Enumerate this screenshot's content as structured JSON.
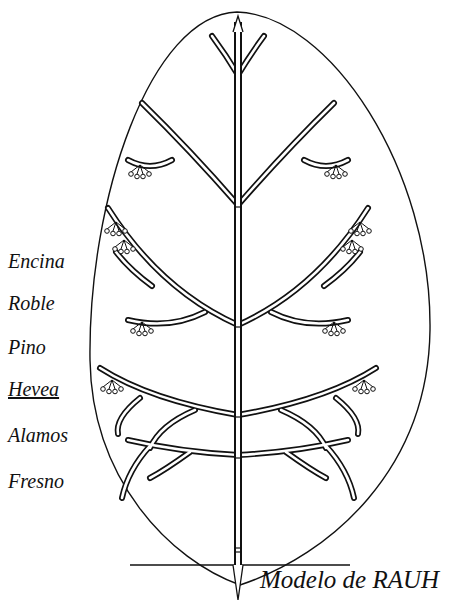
{
  "diagram": {
    "caption": "Modelo de RAUH",
    "labels": [
      "Encina",
      "Roble",
      "Pino",
      "Hevea",
      "Alamos",
      "Fresno"
    ]
  }
}
